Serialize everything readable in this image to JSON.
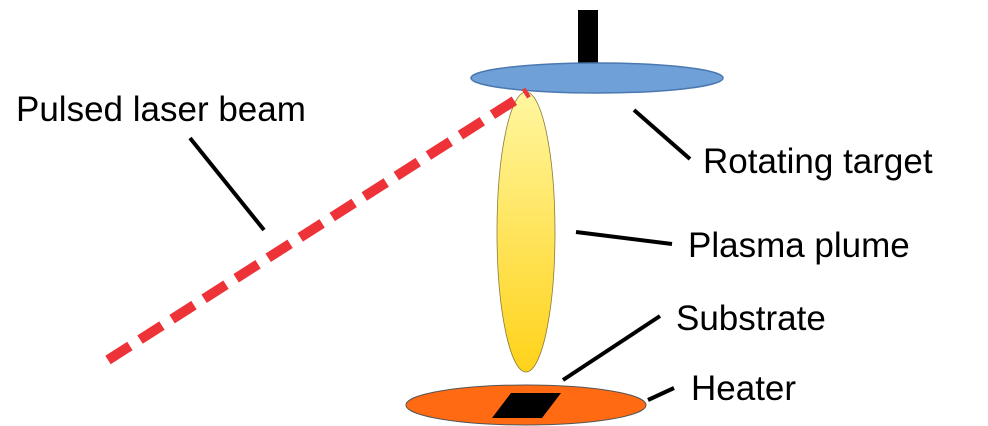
{
  "labels": {
    "laser": "Pulsed laser beam",
    "target": "Rotating target",
    "plume": "Plasma plume",
    "substrate": "Substrate",
    "heater": "Heater"
  },
  "colors": {
    "target_fill": "#6fa0d8",
    "target_stroke": "#4a78b0",
    "laser": "#ee3338",
    "plume_top": "#fff7a0",
    "plume_bottom": "#ffd21a",
    "heater": "#ff6a13",
    "substrate": "#000000",
    "leader": "#000000"
  }
}
